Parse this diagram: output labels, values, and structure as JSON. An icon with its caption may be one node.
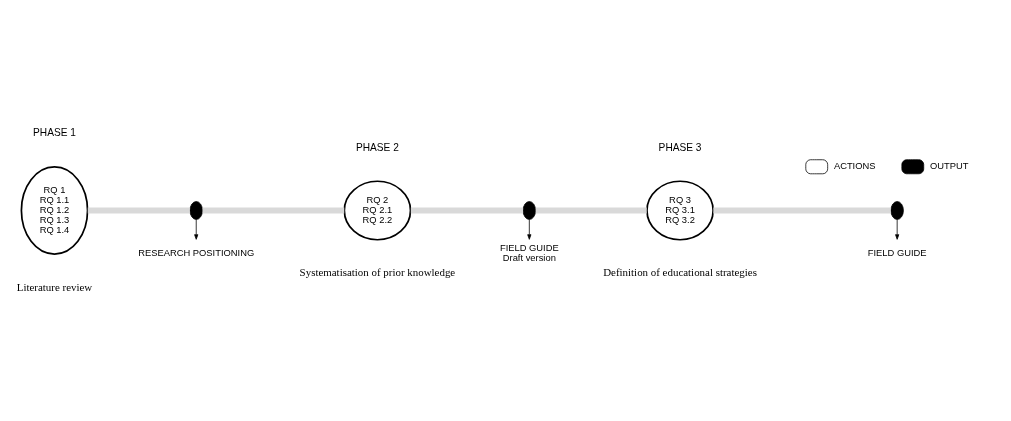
{
  "diagram": {
    "nodes": [
      {
        "text": [
          "RQ 1",
          "RQ 1.1",
          "RQ 1.2",
          "RQ 1.3",
          "RQ 1.4"
        ],
        "beside": [
          "Literature review"
        ]
      },
      {
        "text": [],
        "shape": "circle"
      },
      {
        "text": [
          "RESEARCH POSITIONING"
        ]
      },
      {
        "text": [
          "RQ 2",
          "RQ 2.1",
          "RQ 2.2"
        ],
        "beside": [
          "Systematisation of prior knowledge"
        ]
      },
      {
        "text": [],
        "shape": "circle"
      },
      {
        "text": [
          "FIELD GUIDE",
          "Draft version"
        ]
      },
      {
        "text": [
          "RQ 3",
          "RQ 3.1",
          "RQ 3.2"
        ],
        "beside": [
          "Definition of educational strategies"
        ]
      },
      {
        "text": [],
        "shape": "circle"
      },
      {
        "text": [
          "FIELD GUIDE"
        ]
      }
    ],
    "edges": [
      {
        "from": 0,
        "to": 1,
        "arrow": "none"
      },
      {
        "from": 1,
        "to": 2,
        "arrow": "to",
        "color": "#000000"
      },
      {
        "from": 1,
        "to": 3,
        "arrow": "none"
      },
      {
        "from": 3,
        "to": 4,
        "arrow": "none"
      },
      {
        "from": 4,
        "to": 5,
        "arrow": "to",
        "color": "#000000"
      },
      {
        "from": 4,
        "to": 6,
        "arrow": "none"
      },
      {
        "from": 6,
        "to": 7,
        "arrow": "none"
      },
      {
        "from": 7,
        "to": 8,
        "arrow": "to",
        "color": "#000000"
      }
    ],
    "labels": [
      "PHASE 1",
      "PHASE 2",
      "PHASE 3"
    ],
    "legend": [
      {
        "text": "ACTIONS"
      },
      {
        "text": "OUTPUT"
      }
    ]
  }
}
